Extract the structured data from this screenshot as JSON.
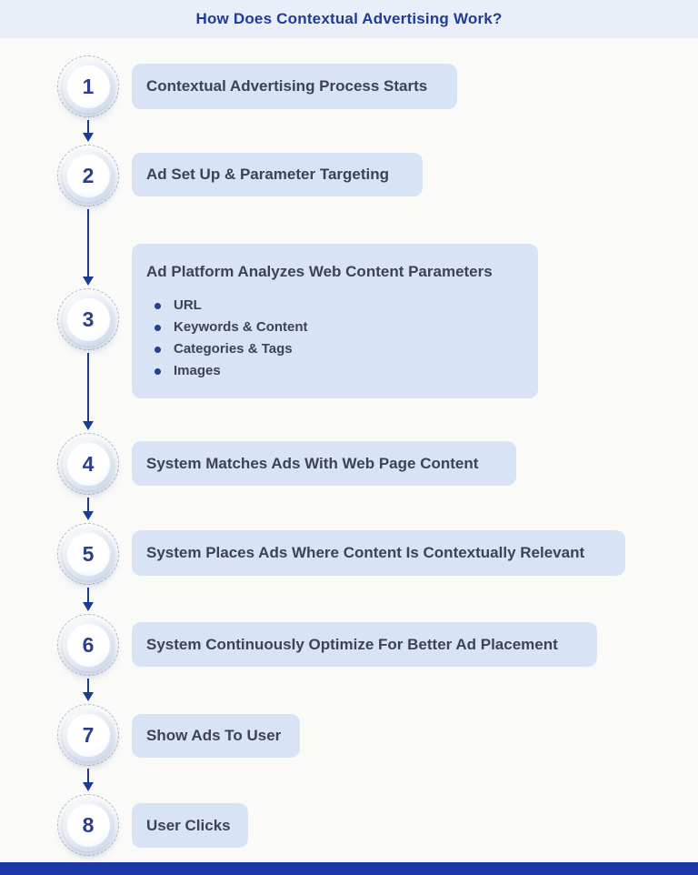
{
  "title": "How Does Contextual Advertising Work?",
  "colors": {
    "header_bg": "#e9eef9",
    "title_text": "#1e3c99",
    "card_bg": "#d8e3f6",
    "card_text": "#3b4354",
    "circle_number": "#2b3f8e",
    "arrow": "#1d3a93",
    "footer_bar": "#1c38a8",
    "page_bg": "#fafaf8"
  },
  "steps": [
    {
      "number": "1",
      "label": "Contextual Advertising Process Starts"
    },
    {
      "number": "2",
      "label": "Ad Set Up & Parameter Targeting"
    },
    {
      "number": "3",
      "label": "Ad Platform Analyzes Web Content Parameters",
      "bullets": [
        "URL",
        "Keywords & Content",
        "Categories & Tags",
        "Images"
      ]
    },
    {
      "number": "4",
      "label": "System Matches Ads With Web Page Content"
    },
    {
      "number": "5",
      "label": "System Places Ads Where Content Is Contextually Relevant"
    },
    {
      "number": "6",
      "label": "System Continuously Optimize For Better Ad Placement"
    },
    {
      "number": "7",
      "label": "Show Ads To User"
    },
    {
      "number": "8",
      "label": "User Clicks"
    }
  ]
}
